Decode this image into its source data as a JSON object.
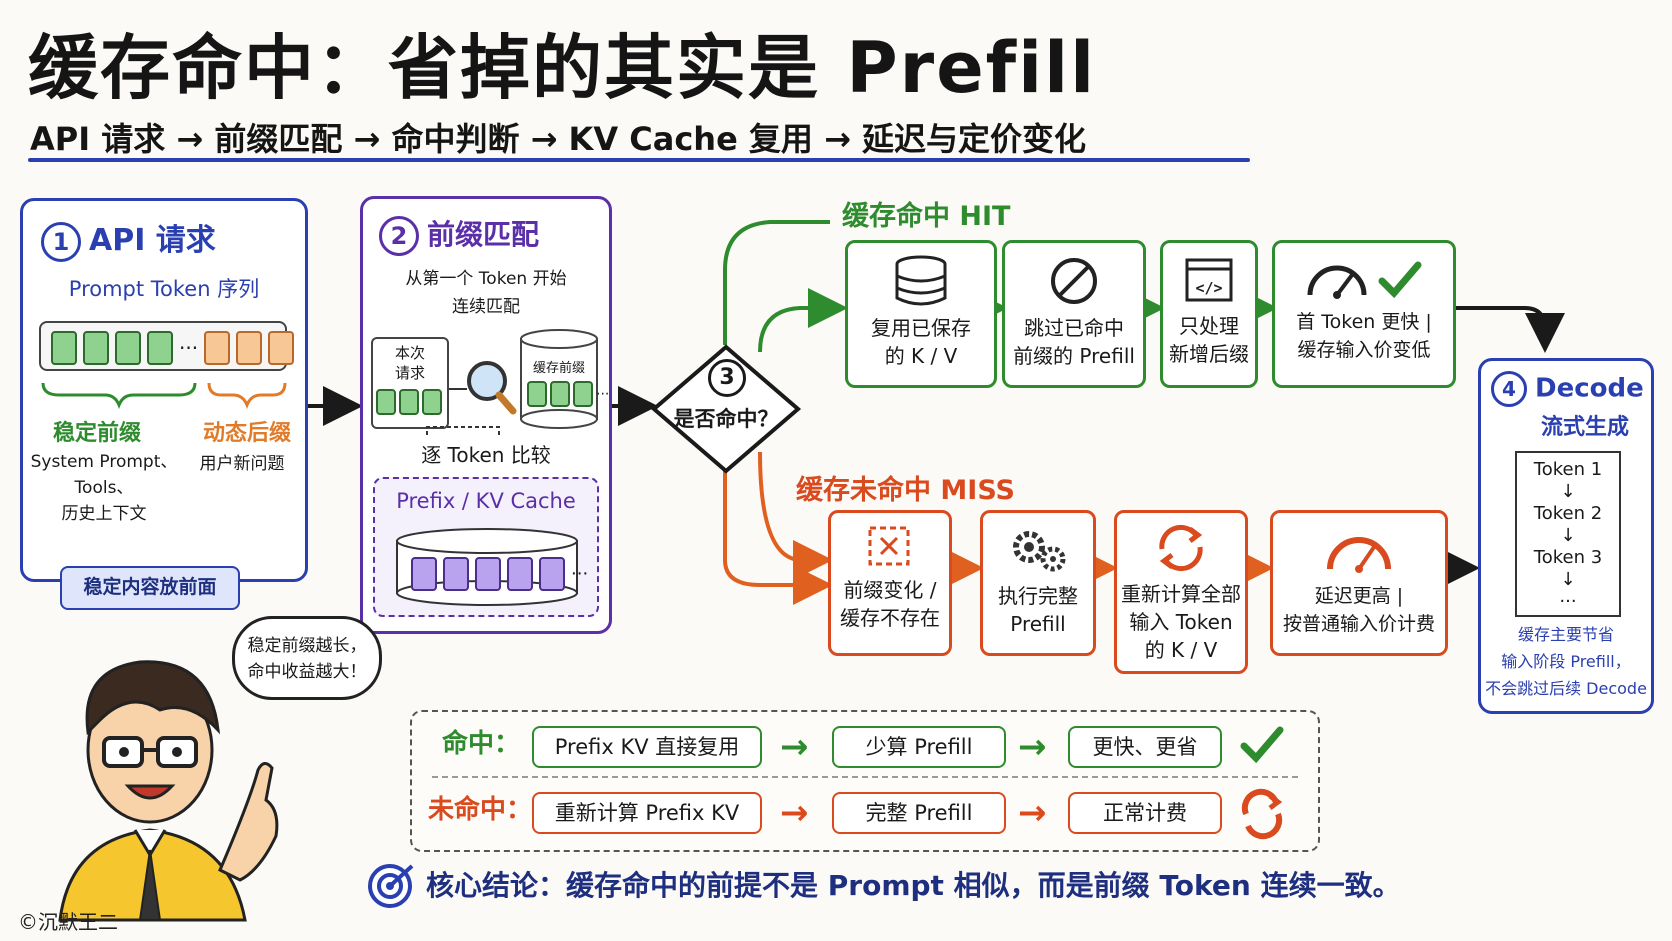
{
  "title": "缓存命中：省掉的其实是 Prefill",
  "subtitle": "API 请求 → 前缀匹配 → 命中判断 → KV Cache 复用 → 延迟与定价变化",
  "step1": {
    "num": "1",
    "title": "API 请求",
    "caption": "Prompt Token 序列",
    "dots": "···",
    "stable_label": "稳定前缀",
    "stable_desc_1": "System Prompt、",
    "stable_desc_2": "Tools、",
    "stable_desc_3": "历史上下文",
    "dynamic_label": "动态后缀",
    "dynamic_desc": "用户新问题",
    "tip": "稳定内容放前面"
  },
  "step2": {
    "num": "2",
    "title": "前缀匹配",
    "caption_1": "从第一个 Token 开始",
    "caption_2": "连续匹配",
    "req_label_1": "本次",
    "req_label_2": "请求",
    "cache_label": "缓存前缀",
    "cache_dots": "···",
    "compare_label": "逐 Token 比较",
    "store_label": "Prefix / KV Cache",
    "store_dots": "···"
  },
  "step3": {
    "num": "3",
    "question": "是否命中？"
  },
  "hit": {
    "label": "缓存命中 HIT",
    "boxes": [
      {
        "line1": "复用已保存",
        "line2": "的 K / V"
      },
      {
        "line1": "跳过已命中",
        "line2": "前缀的 Prefill"
      },
      {
        "line1": "只处理",
        "line2": "新增后缀"
      },
      {
        "line1": "首 Token 更快 |",
        "line2": "缓存输入价变低"
      }
    ]
  },
  "miss": {
    "label": "缓存未命中 MISS",
    "boxes": [
      {
        "line1": "前缀变化 /",
        "line2": "缓存不存在",
        "line3": ""
      },
      {
        "line1": "执行完整",
        "line2": "Prefill",
        "line3": ""
      },
      {
        "line1": "重新计算全部",
        "line2": "输入 Token",
        "line3": "的 K / V"
      },
      {
        "line1": "延迟更高 |",
        "line2": "按普通输入价计费",
        "line3": ""
      }
    ]
  },
  "step4": {
    "num": "4",
    "title": "Decode",
    "subtitle": "流式生成",
    "tokens": [
      "Token 1",
      "Token 2",
      "Token 3"
    ],
    "more": "···",
    "note_1": "缓存主要节省",
    "note_2": "输入阶段 Prefill，",
    "note_3": "不会跳过后续 Decode"
  },
  "speech": {
    "line1": "稳定前缀越长，",
    "line2": "命中收益越大！"
  },
  "summary": {
    "hit_label": "命中：",
    "hit_steps": [
      "Prefix KV 直接复用",
      "少算 Prefill",
      "更快、更省"
    ],
    "miss_label": "未命中：",
    "miss_steps": [
      "重新计算 Prefix KV",
      "完整 Prefill",
      "正常计费"
    ]
  },
  "conclusion": "核心结论：缓存命中的前提不是 Prompt 相似，而是前缀 Token 连续一致。",
  "credit": "©沉默王二",
  "colors": {
    "blue": "#2a3fb0",
    "purple": "#5a2fa8",
    "green": "#2e8b2e",
    "red": "#d94a1f",
    "orange": "#e07b2a"
  }
}
